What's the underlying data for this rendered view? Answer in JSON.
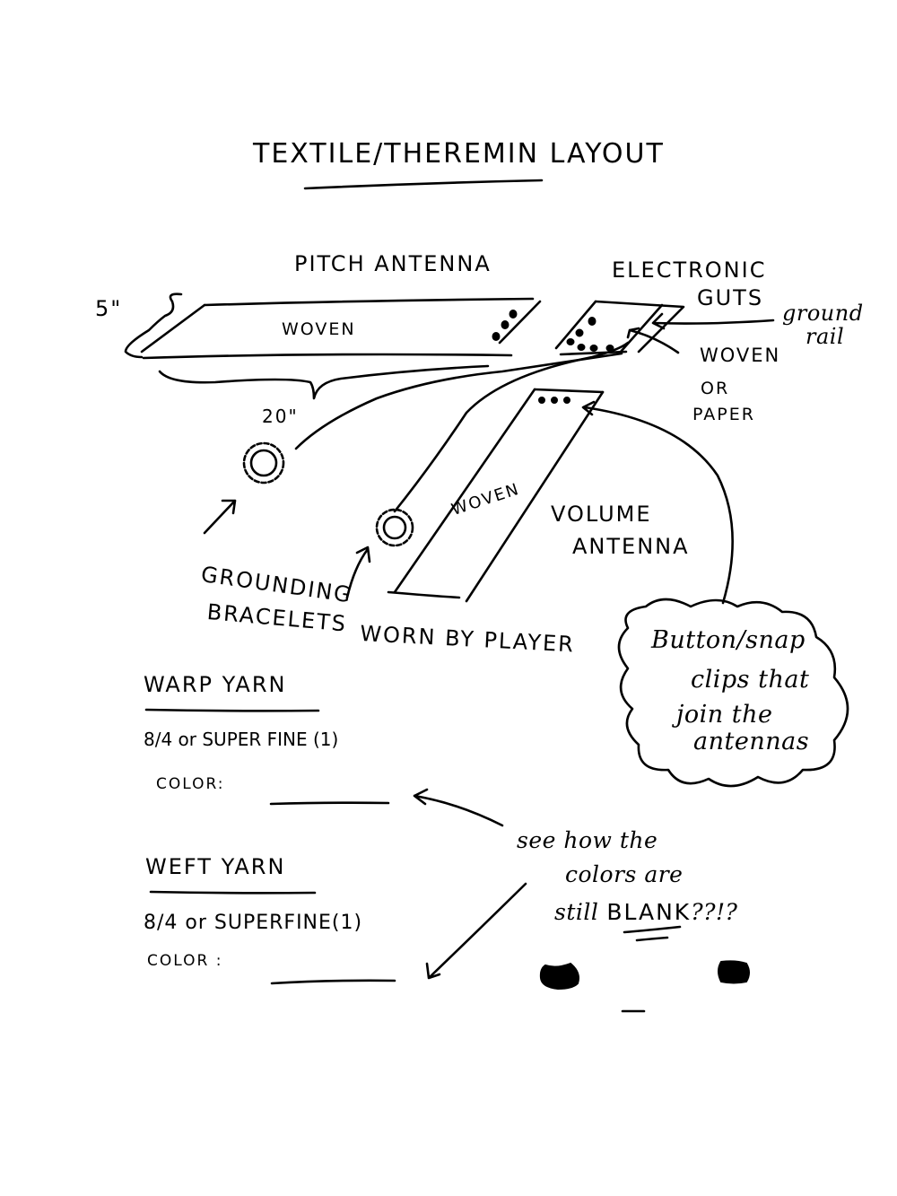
{
  "title": "TEXTILE/THEREMIN LAYOUT",
  "pitch_antenna": {
    "label": "PITCH ANTENNA",
    "material": "WOVEN",
    "width_dim": "5\"",
    "length_dim": "20\""
  },
  "electronics": {
    "label_line1": "ELECTRONIC",
    "label_line2": "GUTS",
    "ground_rail_line1": "ground",
    "ground_rail_line2": "rail",
    "material_line1": "WOVEN",
    "material_line2": "OR",
    "material_line3": "PAPER"
  },
  "volume_antenna": {
    "label_line1": "VOLUME",
    "label_line2": "ANTENNA",
    "material": "WOVEN"
  },
  "bracelets": {
    "label_line1": "GROUNDING",
    "label_line2": "BRACELETS",
    "label_line3": "WORN BY PLAYER"
  },
  "callout_bubble": {
    "line1": "Button/snap",
    "line2": "clips that",
    "line3": "join the",
    "line4": "antennas"
  },
  "warp_yarn": {
    "heading": "WARP YARN",
    "spec": "8/4 or SUPER FINE (1)",
    "color_label": "COLOR:",
    "color_value": ""
  },
  "weft_yarn": {
    "heading": "WEFT YARN",
    "spec": "8/4 or SUPERFINE(1)",
    "color_label": "COLOR :",
    "color_value": ""
  },
  "note": {
    "line1": "see how the",
    "line2": "colors are",
    "line3_prefix": "still",
    "line3_emph": "BLANK",
    "line3_suffix": "??!?"
  }
}
